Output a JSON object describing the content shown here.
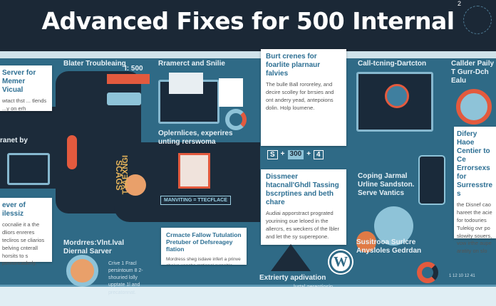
{
  "title": "Advanced Fixes for 500 Internal",
  "corner_mark": "2",
  "sections": {
    "left_top": {
      "title": "Server for Memer Vicual",
      "text": "wtact thst ... tlends ...y on erh"
    },
    "left_mid": {
      "label": "ranet by"
    },
    "left_bottom": {
      "title": "ever of ilessiz",
      "text": "cocnalie it a the dliors enreres tecliros se cliarios belving cnterall horsits to s pemoncaderly."
    },
    "blater": {
      "title": "Blater Troubleaing",
      "code": "I: 500"
    },
    "rramerct": {
      "title": "Rramerct and Snilie"
    },
    "oplernlices": {
      "title": "Oplernlices, experires unting rerswoma"
    },
    "vertical": {
      "label": "SCAGS"
    },
    "vertical2": {
      "label": "TYAEXNGI"
    },
    "manviting": {
      "label": "MANVITING = TTECFLACE"
    },
    "burt": {
      "title": "Burt crenes for foarlite plarnaur falvies",
      "text": "The bulle Ball rororeley, and decire scolley for brrsies and ont andery yead, antepoions dolin. Holp loumene."
    },
    "formula": {
      "left": "S",
      "mid": "300",
      "right": "4"
    },
    "calltening": {
      "title": "Call-tcning-Dartcton"
    },
    "callder": {
      "title": "Callder Paily T Gurr-Dch Ealu"
    },
    "dissmeer": {
      "title": "Dissmeer htacnall'Ghdl Tassing bscrptines and beth chare",
      "text": "Audiai apporstract prograted yourining oue leloed in the allercrs, es weckers of the lbler and let the sy superepone."
    },
    "coping": {
      "title": "Coping Jarmal Urline Sandston. Serve Vantics"
    },
    "difery": {
      "title": "Difery Haoe Centier to Ce Errorsexs for Surresstres",
      "text": "the Disnef cao hareet the acie for todouries Tulekig ovr po slowity souers, vow irthe aupe aratity on slo"
    },
    "mordress": {
      "title": "Mordrres:Vlnt.lval Diernal Sarver",
      "text": "Crive 1 Fracl persintoum 8 2-shouried lolly upptate 1l and precatonnat."
    },
    "crmacte": {
      "title": "Crmacte Fallow Tutulation Pretuber of Defsreagey flation",
      "text": "Mordress sheg isdave infert a prinve cheive usache rrational cyrnable vdife fere ted sode cocling the cubilition"
    },
    "exterierv": {
      "title": "Extrierty apdivation",
      "text": "lurtal gerentiosin"
    },
    "susitrooa": {
      "title": "Susitrooa Surlcre Anysloles Gedrdan"
    },
    "ticks": "1 12 10 12 41"
  },
  "colors": {
    "title_bg": "#1b2836",
    "main_bg": "#2f6a86",
    "panel": "#1c2b3a",
    "accent": "#e35a3e",
    "card_title": "#2d6f93"
  }
}
